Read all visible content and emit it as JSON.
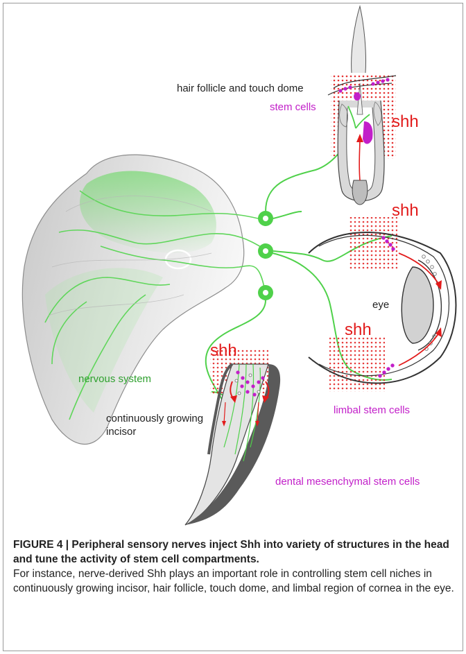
{
  "colors": {
    "nerve": "#4fd14a",
    "shh": "#e21b1b",
    "stem_cells": "#c21fc9",
    "outline": "#333333",
    "head_fill": "#d8d8d8"
  },
  "labels": {
    "hair_follicle": "hair follicle and touch dome",
    "stem_cells": "stem cells",
    "shh_hair": "shh",
    "shh_eye_top": "shh",
    "shh_eye_bottom": "shh",
    "shh_incisor": "shh",
    "eye": "eye",
    "nervous_system": "nervous system",
    "incisor_line1": "continuously growing",
    "incisor_line2": "incisor",
    "limbal": "limbal stem cells",
    "dental": "dental mesenchymal stem cells"
  },
  "caption": {
    "title": "FIGURE 4 | Peripheral sensory nerves inject Shh into variety of structures in the head and tune the activity of stem cell compartments.",
    "body": "For instance, nerve-derived Shh plays an important role in controlling stem cell niches in continuously growing incisor, hair follicle, touch dome, and limbal region of cornea in the eye."
  }
}
